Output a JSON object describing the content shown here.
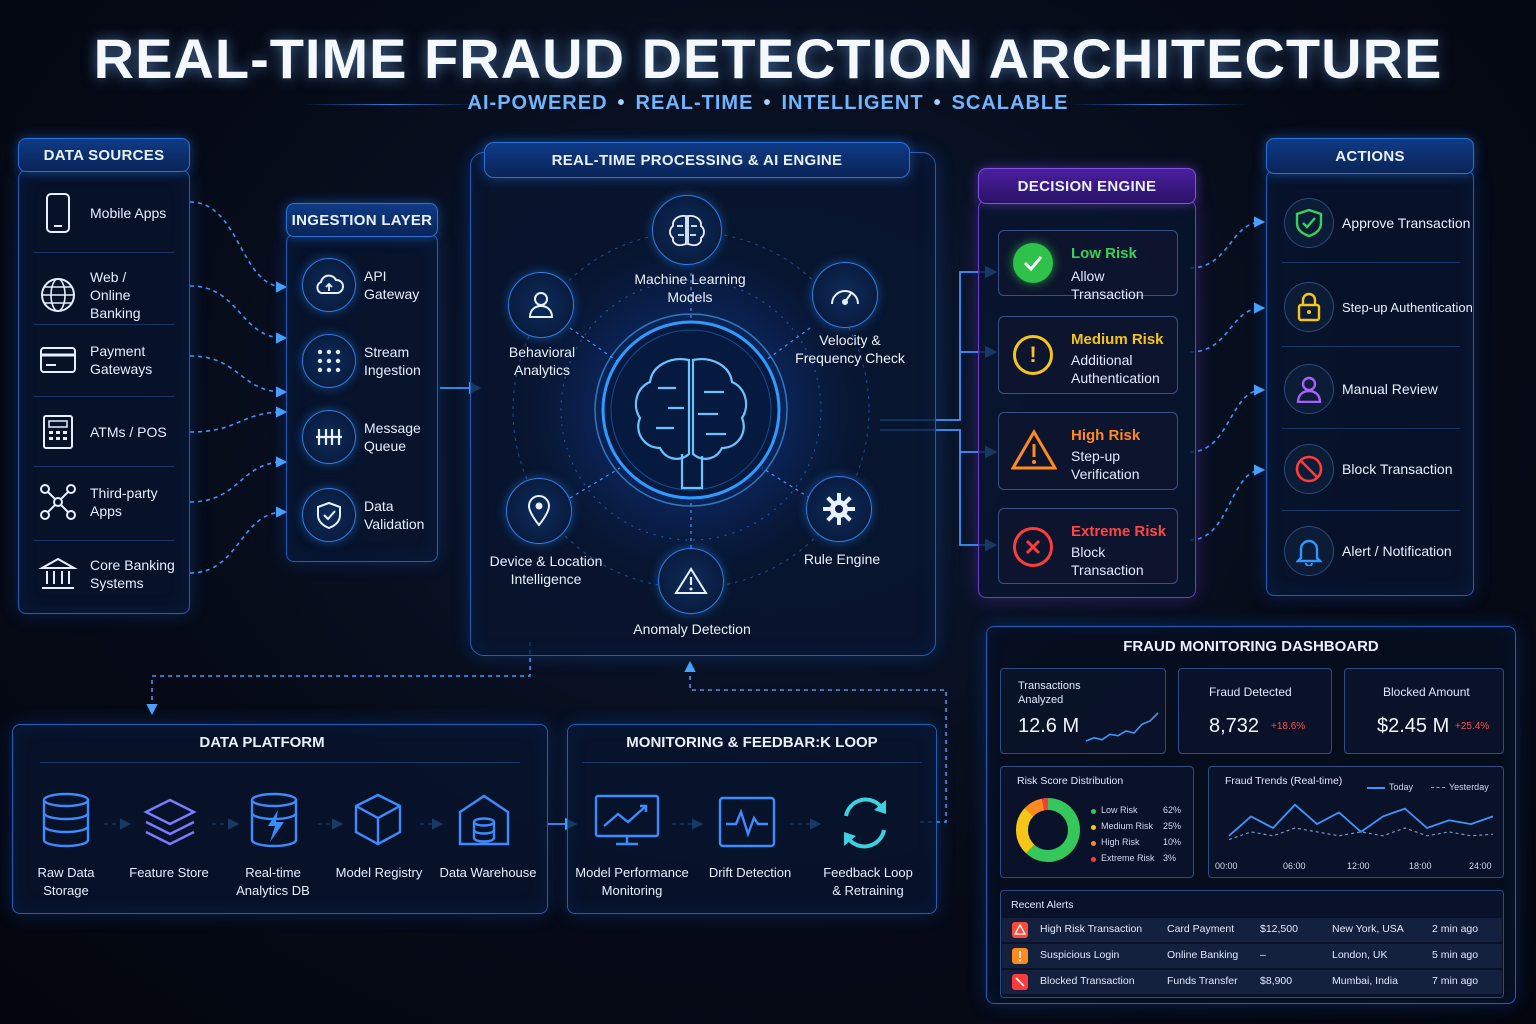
{
  "header": {
    "title": "REAL-TIME FRAUD DETECTION ARCHITECTURE",
    "tags": [
      "AI-POWERED",
      "REAL-TIME",
      "INTELLIGENT",
      "SCALABLE"
    ]
  },
  "data_sources": {
    "title": "DATA SOURCES",
    "items": [
      {
        "label": "Mobile Apps",
        "icon": "smartphone-icon"
      },
      {
        "label": "Web / Online Banking",
        "icon": "globe-icon"
      },
      {
        "label": "Payment Gateways",
        "icon": "credit-card-icon"
      },
      {
        "label": "ATMs / POS",
        "icon": "atm-icon"
      },
      {
        "label": "Third-party Apps",
        "icon": "network-icon"
      },
      {
        "label": "Core Banking Systems",
        "icon": "bank-icon"
      }
    ]
  },
  "ingestion": {
    "title": "INGESTION LAYER",
    "items": [
      {
        "label": "API Gateway",
        "icon": "cloud-icon"
      },
      {
        "label": "Stream Ingestion",
        "icon": "dots-grid-icon"
      },
      {
        "label": "Message Queue",
        "icon": "queue-icon"
      },
      {
        "label": "Data Validation",
        "icon": "shield-check-icon"
      }
    ]
  },
  "processing": {
    "title": "REAL-TIME PROCESSING & AI ENGINE",
    "nodes": {
      "ml": "Machine Learning Models",
      "behavioral": "Behavioral Analytics",
      "velocity": "Velocity & Frequency Check",
      "device": "Device & Location Intelligence",
      "rule": "Rule Engine",
      "anomaly": "Anomaly Detection"
    }
  },
  "decision": {
    "title": "DECISION ENGINE",
    "risks": [
      {
        "level": "Low Risk",
        "action": "Allow Transaction",
        "color": "#35d35a"
      },
      {
        "level": "Medium Risk",
        "action": "Additional Authentication",
        "color": "#f5c518"
      },
      {
        "level": "High Risk",
        "action": "Step-up Verification",
        "color": "#ff8a1f"
      },
      {
        "level": "Extreme Risk",
        "action": "Block Transaction",
        "color": "#ff3b3b"
      }
    ]
  },
  "actions": {
    "title": "ACTIONS",
    "items": [
      {
        "label": "Approve Transaction",
        "icon": "shield-check-icon",
        "color": "#35d35a"
      },
      {
        "label": "Step-up Authentication",
        "icon": "lock-icon",
        "color": "#f5c518"
      },
      {
        "label": "Manual Review",
        "icon": "user-icon",
        "color": "#a560ff"
      },
      {
        "label": "Block Transaction",
        "icon": "block-icon",
        "color": "#ff3b3b"
      },
      {
        "label": "Alert / Notification",
        "icon": "bell-icon",
        "color": "#2f95ff"
      }
    ]
  },
  "data_platform": {
    "title": "DATA PLATFORM",
    "items": [
      {
        "label": "Raw Data Storage",
        "icon": "database-icon"
      },
      {
        "label": "Feature Store",
        "icon": "layers-icon"
      },
      {
        "label": "Real-time Analytics DB",
        "icon": "database-bolt-icon"
      },
      {
        "label": "Model Registry",
        "icon": "cube-icon"
      },
      {
        "label": "Data Warehouse",
        "icon": "warehouse-icon"
      }
    ]
  },
  "monitoring": {
    "title": "MONITORING & FEEDBAR:K LOOP",
    "items": [
      {
        "label": "Model Performance Monitoring",
        "icon": "chart-monitor-icon"
      },
      {
        "label": "Drift Detection",
        "icon": "pulse-icon"
      },
      {
        "label": "Feedback Loop & Retraining",
        "icon": "cycle-icon"
      }
    ]
  },
  "dashboard": {
    "title": "FRAUD MONITORING DASHBOARD",
    "kpis": [
      {
        "label": "Transactions Analyzed",
        "value": "12.6 M",
        "change": ""
      },
      {
        "label": "Fraud Detected",
        "value": "8,732",
        "change": "+18.6%"
      },
      {
        "label": "Blocked Amount",
        "value": "$2.45 M",
        "change": "+25.4%"
      }
    ],
    "risk_distribution": {
      "title": "Risk Score Distribution",
      "items": [
        {
          "label": "Low Risk",
          "pct": "62%",
          "value": 62,
          "color": "#35c759"
        },
        {
          "label": "Medium Risk",
          "pct": "25%",
          "value": 25,
          "color": "#f5c518"
        },
        {
          "label": "High Risk",
          "pct": "10%",
          "value": 10,
          "color": "#ff8a1f"
        },
        {
          "label": "Extreme Risk",
          "pct": "3%",
          "value": 3,
          "color": "#ff3b3b"
        }
      ]
    },
    "trends": {
      "title": "Fraud Trends (Real-time)",
      "legend_today": "Today",
      "legend_yesterday": "Yesterday",
      "x_ticks": [
        "00:00",
        "06:00",
        "12:00",
        "18:00",
        "24:00"
      ]
    },
    "recent_alerts": {
      "title": "Recent Alerts",
      "rows": [
        {
          "type": "High Risk Transaction",
          "channel": "Card Payment",
          "amount": "$12,500",
          "location": "New York, USA",
          "time": "2 min ago",
          "color": "#ff4a3a"
        },
        {
          "type": "Suspicious Login",
          "channel": "Online Banking",
          "amount": "–",
          "location": "London, UK",
          "time": "5 min ago",
          "color": "#ff8a1f"
        },
        {
          "type": "Blocked Transaction",
          "channel": "Funds Transfer",
          "amount": "$8,900",
          "location": "Mumbai, India",
          "time": "7 min ago",
          "color": "#ff3b3b"
        }
      ]
    }
  },
  "chart_data": [
    {
      "type": "pie",
      "title": "Risk Score Distribution",
      "categories": [
        "Low Risk",
        "Medium Risk",
        "High Risk",
        "Extreme Risk"
      ],
      "values": [
        62,
        25,
        10,
        3
      ]
    },
    {
      "type": "line",
      "title": "Fraud Trends (Real-time)",
      "x": [
        "00:00",
        "02:00",
        "04:00",
        "06:00",
        "08:00",
        "10:00",
        "12:00",
        "14:00",
        "16:00",
        "18:00",
        "20:00",
        "22:00",
        "24:00"
      ],
      "series": [
        {
          "name": "Today",
          "values": [
            30,
            55,
            40,
            70,
            45,
            60,
            35,
            55,
            65,
            40,
            50,
            45,
            55
          ]
        },
        {
          "name": "Yesterday",
          "values": [
            25,
            35,
            30,
            40,
            35,
            30,
            35,
            30,
            40,
            30,
            35,
            30,
            32
          ]
        }
      ]
    },
    {
      "type": "line",
      "title": "Transactions Analyzed",
      "x": [
        1,
        2,
        3,
        4,
        5,
        6,
        7,
        8,
        9,
        10
      ],
      "series": [
        {
          "values": [
            20,
            25,
            22,
            30,
            28,
            35,
            32,
            45,
            50,
            62
          ]
        }
      ]
    }
  ]
}
